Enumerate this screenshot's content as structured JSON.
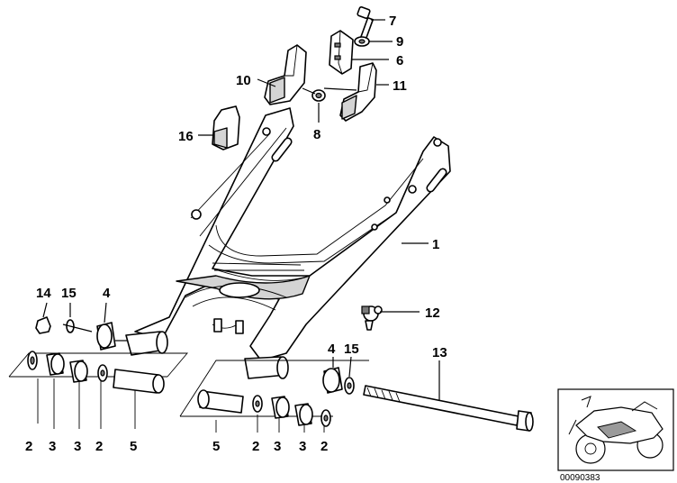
{
  "diagram": {
    "callouts": [
      {
        "id": "c7",
        "label": "7"
      },
      {
        "id": "c9",
        "label": "9"
      },
      {
        "id": "c6",
        "label": "6"
      },
      {
        "id": "c10",
        "label": "10"
      },
      {
        "id": "c11",
        "label": "11"
      },
      {
        "id": "c16",
        "label": "16"
      },
      {
        "id": "c8",
        "label": "8"
      },
      {
        "id": "c1",
        "label": "1"
      },
      {
        "id": "c14",
        "label": "14"
      },
      {
        "id": "c15a",
        "label": "15"
      },
      {
        "id": "c4a",
        "label": "4"
      },
      {
        "id": "c12",
        "label": "12"
      },
      {
        "id": "c4b",
        "label": "4"
      },
      {
        "id": "c15b",
        "label": "15"
      },
      {
        "id": "c13",
        "label": "13"
      },
      {
        "id": "c2a",
        "label": "2"
      },
      {
        "id": "c3a",
        "label": "3"
      },
      {
        "id": "c3b",
        "label": "3"
      },
      {
        "id": "c2b",
        "label": "2"
      },
      {
        "id": "c5a",
        "label": "5"
      },
      {
        "id": "c5b",
        "label": "5"
      },
      {
        "id": "c2c",
        "label": "2"
      },
      {
        "id": "c3c",
        "label": "3"
      },
      {
        "id": "c3d",
        "label": "3"
      },
      {
        "id": "c2d",
        "label": "2"
      }
    ],
    "doc_id": "00090383"
  }
}
